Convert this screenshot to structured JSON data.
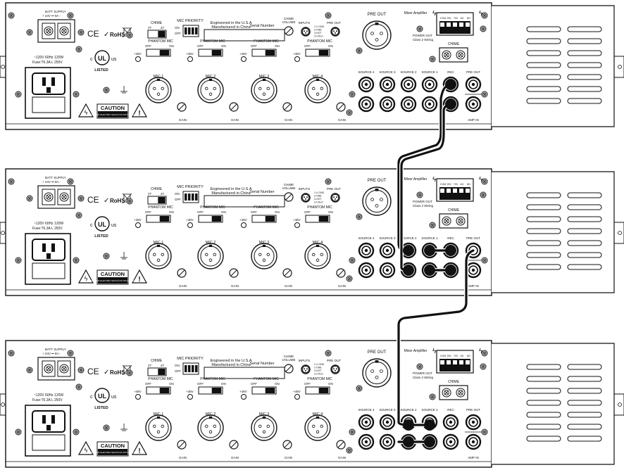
{
  "units": [
    {
      "name": "amplifier-unit-top"
    },
    {
      "name": "amplifier-unit-middle"
    },
    {
      "name": "amplifier-unit-bottom"
    }
  ],
  "panel": {
    "batt_supply": "BATT SUPPLY",
    "batt_rating": "+ 24V ⎓ 8A -",
    "power_rating": "~120V 60Hz 120W",
    "fuse_rating": "Fuse:T6.3A L 250V",
    "ce_mark": "CE",
    "rohs_mark": "RoHS",
    "ul_mark": "UL",
    "ul_c": "c",
    "ul_us": "us",
    "ul_listed": "LISTED",
    "chime_label": "CHIME",
    "chime_2t": "2T",
    "chime_4t": "4T",
    "mic_priority": "MIC PRIORITY",
    "priority_on": "ON",
    "priority_off": "OFF",
    "engineered": "Engineered in the U.S.A",
    "manufactured": "Manufactured in China",
    "serial_number": "Serial Number",
    "chime_volume_1": "CHIME",
    "chime_volume_2": "VOLUME",
    "inputs_label": "INPUTS",
    "inputs_pins": "1-X GND\n2-ONE\n3-HOT\n3-COLD",
    "pre_out_small": "PRE OUT",
    "pre_out": "PRE OUT",
    "phantom_mic": "PHANTOM MIC",
    "phantom_off": "OFF",
    "phantom_on": "ON",
    "plus48v": "+48V",
    "mic_labels": [
      "MIC 1",
      "MIC 2",
      "MIC 3",
      "MIC 4"
    ],
    "gain": "GAIN",
    "caution_title": "CAUTION",
    "caution_text": "RISK OF ELECTRIC SHOCK DO NOT OPEN",
    "mixer_amplifier": "Mixer Amplifier",
    "terminal_labels": [
      "COM",
      "25V",
      "70V",
      "4Ω",
      "8Ω"
    ],
    "power_out": "POWER OUT",
    "class2": "Class 2 Wiring",
    "chime_section": "CHIME",
    "rec": "REC",
    "source_labels": [
      "SOURCE 4",
      "SOURCE 3",
      "SOURCE 2",
      "SOURCE 1"
    ],
    "pre_out_rca": "PRE OUT",
    "amp_in": "AMP IN",
    "colors": {
      "line": "#111111",
      "panel": "#ffffff",
      "cable": "#111111"
    }
  }
}
